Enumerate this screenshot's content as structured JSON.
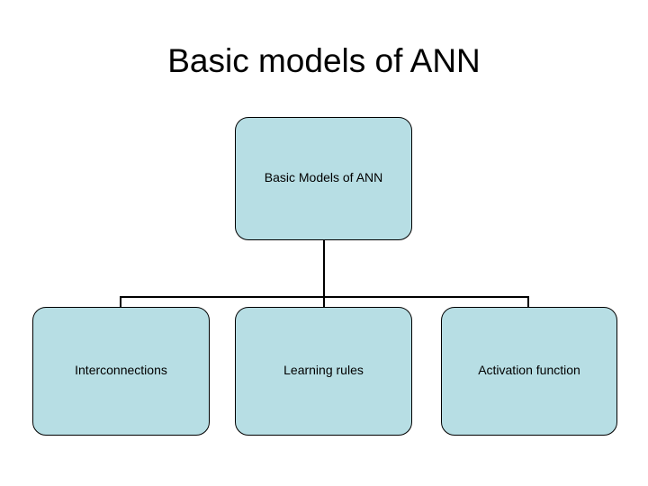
{
  "slide": {
    "title": "Basic models of ANN",
    "background_color": "#ffffff"
  },
  "diagram": {
    "type": "tree",
    "node_fill_color": "#b7dee4",
    "node_border_color": "#000000",
    "connector_color": "#000000",
    "root": {
      "label": "Basic Models of ANN"
    },
    "children": [
      {
        "label": "Interconnections"
      },
      {
        "label": "Learning rules"
      },
      {
        "label": "Activation function"
      }
    ]
  }
}
